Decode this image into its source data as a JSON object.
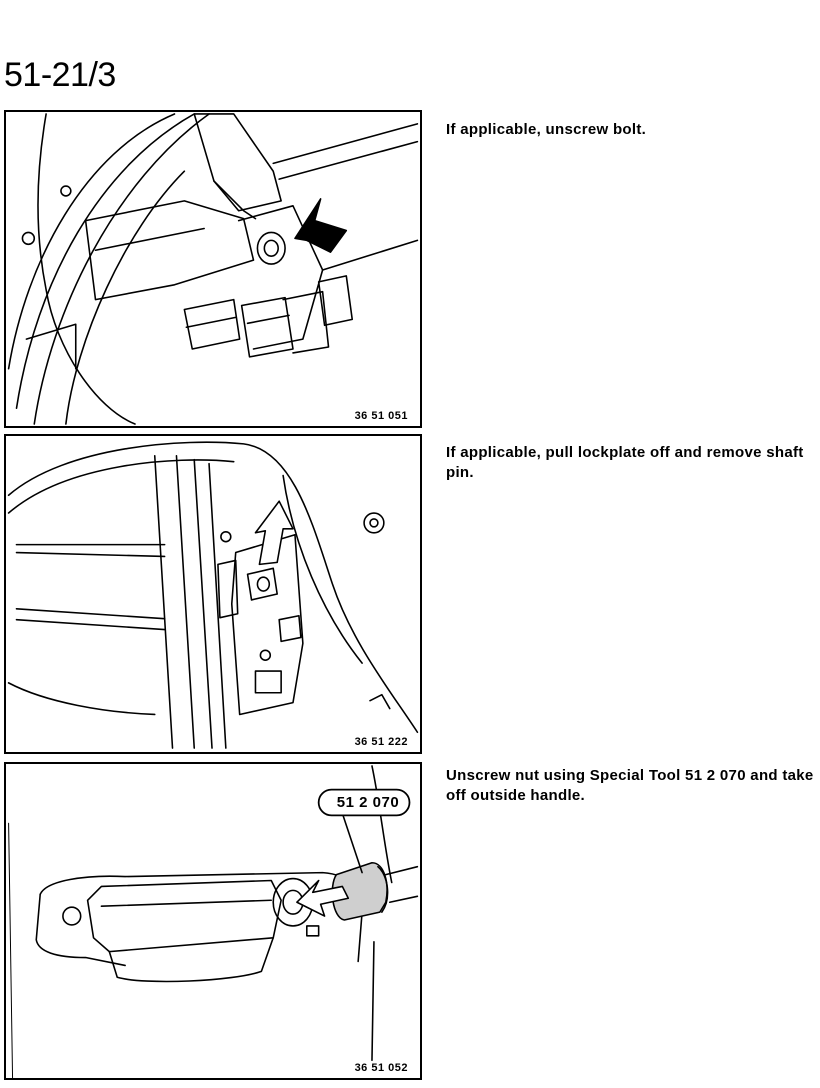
{
  "page": {
    "number": "51-21/3"
  },
  "steps": [
    {
      "instruction": "If applicable, unscrew bolt.",
      "figure_ref": "36 51 051"
    },
    {
      "instruction": "If applicable, pull lockplate off and remove shaft pin.",
      "figure_ref": "36 51 222"
    },
    {
      "instruction": "Unscrew nut using Special Tool 51 2 070 and take off outside handle.",
      "figure_ref": "36 51 052",
      "tool_label": "51 2 070"
    }
  ]
}
